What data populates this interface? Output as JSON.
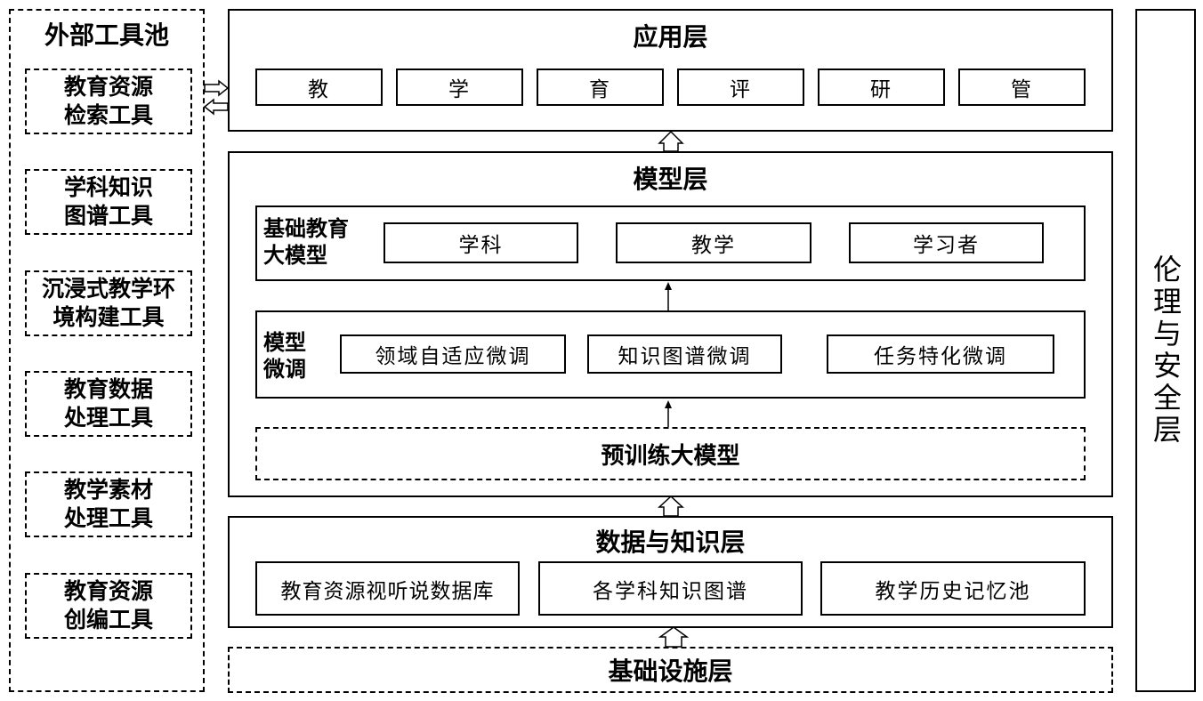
{
  "tool_pool": {
    "title": "外部工具池",
    "tools": [
      {
        "line1": "教育资源",
        "line2": "检索工具"
      },
      {
        "line1": "学科知识",
        "line2": "图谱工具"
      },
      {
        "line1": "沉浸式教学环",
        "line2": "境构建工具"
      },
      {
        "line1": "教育数据",
        "line2": "处理工具"
      },
      {
        "line1": "教学素材",
        "line2": "处理工具"
      },
      {
        "line1": "教育资源",
        "line2": "创编工具"
      }
    ]
  },
  "application_layer": {
    "title": "应用层",
    "items": [
      "教",
      "学",
      "育",
      "评",
      "研",
      "管"
    ]
  },
  "model_layer": {
    "title": "模型层",
    "foundation": {
      "label_line1": "基础教育",
      "label_line2": "大模型",
      "items": [
        "学科",
        "教学",
        "学习者"
      ]
    },
    "finetune": {
      "label_line1": "模型",
      "label_line2": "微调",
      "items": [
        "领域自适应微调",
        "知识图谱微调",
        "任务特化微调"
      ]
    },
    "pretrained": "预训练大模型"
  },
  "data_layer": {
    "title": "数据与知识层",
    "items": [
      "教育资源视听说数据库",
      "各学科知识图谱",
      "教学历史记忆池"
    ]
  },
  "infrastructure_layer": {
    "title": "基础设施层"
  },
  "ethics_layer": {
    "title": "伦理与安全层"
  }
}
